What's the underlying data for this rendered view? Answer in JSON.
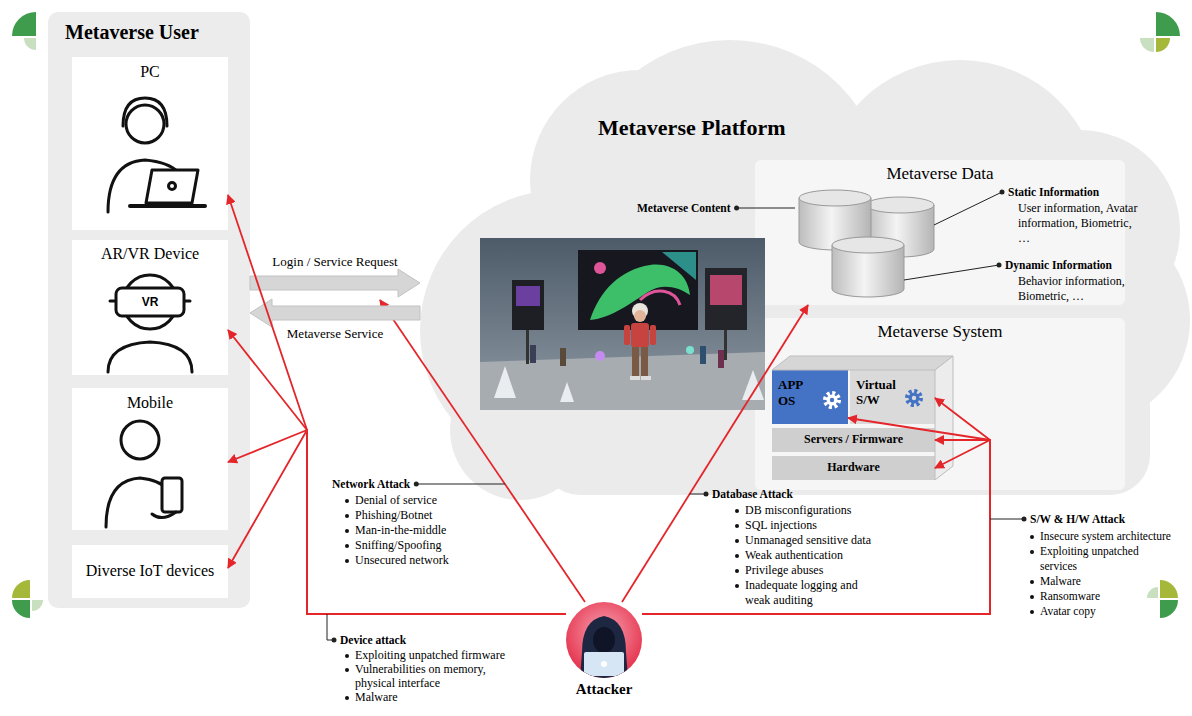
{
  "diagram": {
    "nodes": [
      {
        "text": [
          "Metaverse User"
        ]
      },
      {
        "text": [
          "PC"
        ],
        "in": 0
      },
      {
        "text": [
          "AR/VR Device"
        ],
        "in": 0
      },
      {
        "text": [
          "Mobile"
        ],
        "in": 0
      },
      {
        "text": [
          "Diverse IoT devices"
        ],
        "in": 0
      },
      {
        "text": [
          "Metaverse Platform"
        ]
      },
      {
        "text": [
          "Metaverse Data"
        ],
        "in": 5
      },
      {
        "text": [
          "Metaverse System"
        ],
        "in": 5
      },
      {
        "text": [
          "APP",
          "OS"
        ],
        "in": 7
      },
      {
        "text": [
          "Virtual S/W"
        ],
        "in": 7
      },
      {
        "text": [
          "Servers / Firmware"
        ],
        "in": 7
      },
      {
        "text": [
          "Hardware"
        ],
        "in": 7
      },
      {
        "text": [
          "Attacker"
        ]
      }
    ],
    "edges": [
      {
        "from": 0,
        "to": 5,
        "label": "Login / Service Request",
        "arrow": "to"
      },
      {
        "from": 5,
        "to": 0,
        "label": "Metaverse Service",
        "arrow": "to"
      },
      {
        "from": 12,
        "to": 1,
        "arrow": "to"
      },
      {
        "from": 12,
        "to": 2,
        "arrow": "to"
      },
      {
        "from": 12,
        "to": 3,
        "arrow": "to"
      },
      {
        "from": 12,
        "to": 4,
        "arrow": "to"
      },
      {
        "from": 12,
        "to": 6,
        "arrow": "to"
      },
      {
        "from": 12,
        "to": 8,
        "arrow": "to"
      },
      {
        "from": 12,
        "to": 9,
        "arrow": "to"
      },
      {
        "from": 12,
        "to": 10,
        "arrow": "to"
      },
      {
        "from": 12,
        "to": 11,
        "arrow": "to"
      }
    ],
    "labels": [
      "VR",
      "Metaverse Content",
      "Static Information",
      "User information, Avatar information, Biometric, …",
      "Dynamic Information",
      "Behavior information, Biometric, …",
      "Network Attack",
      "Denial of service",
      "Phishing/Botnet",
      "Man-in-the-middle",
      "Sniffing/Spoofing",
      "Unsecured network",
      "Database Attack",
      "DB misconfigurations",
      "SQL injections",
      "Unmanaged sensitive data",
      "Weak authentication",
      "Privilege abuses",
      "Inadequate logging and weak auditing",
      "S/W & H/W Attack",
      "Insecure system architecture",
      "Exploiting unpatched services",
      "Malware",
      "Ransomware",
      "Avatar copy",
      "Device attack",
      "Exploiting unpatched firmware",
      "Vulnerabilities on memory, physical interface",
      "Malware"
    ]
  }
}
